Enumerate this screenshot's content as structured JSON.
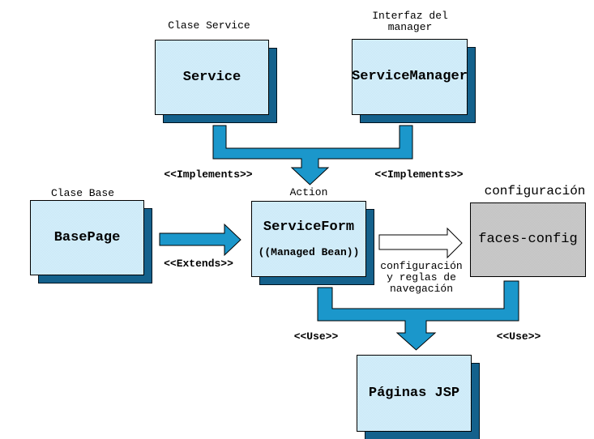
{
  "nodes": {
    "service": {
      "caption": "Clase Service",
      "title": "Service"
    },
    "service_manager": {
      "caption_lines": [
        "Interfaz del",
        "manager"
      ],
      "title": "ServiceManager"
    },
    "base_page": {
      "caption": "Clase Base",
      "title": "BasePage"
    },
    "service_form": {
      "caption": "Action",
      "title": "ServiceForm",
      "subtitle": "((Managed Bean))"
    },
    "faces_config": {
      "caption": "configuración",
      "title": "faces-config"
    },
    "paginas_jsp": {
      "title": "Páginas JSP"
    }
  },
  "edge_labels": {
    "implements_left": "<<Implements>>",
    "implements_right": "<<Implements>>",
    "extends": "<<Extends>>",
    "use_left": "<<Use>>",
    "use_right": "<<Use>>",
    "config_note_lines": [
      "configuración",
      "y reglas de",
      "navegación"
    ]
  },
  "colors": {
    "box_fill": "#cfeaf8",
    "box_shadow": "#14618c",
    "arrow_fill": "#1b97cb",
    "white_arrow_fill": "#ffffff",
    "gray_box_fill": "#c7c7c7",
    "outline": "#000000",
    "background": "#ffffff",
    "text": "#000000"
  }
}
